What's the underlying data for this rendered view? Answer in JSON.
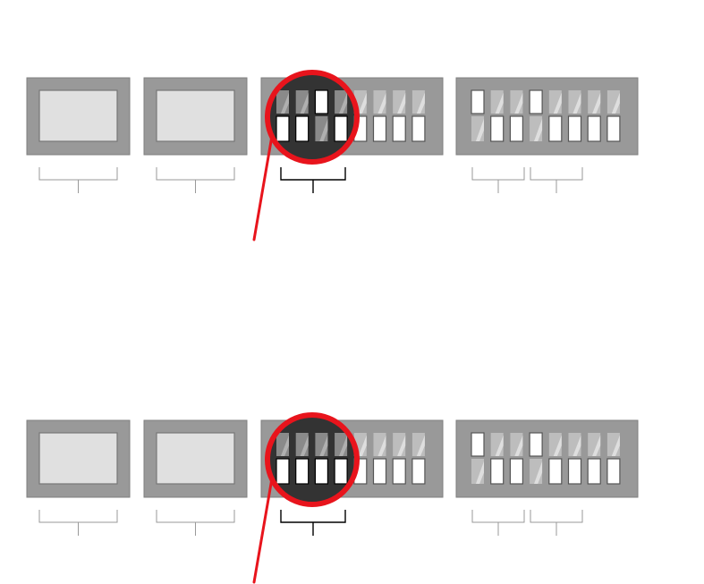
{
  "colors": {
    "module_fill": "#999999",
    "module_stroke": "#7f7f7f",
    "display_fill": "#e0e0e0",
    "switch_on_fill": "#ffffff",
    "switch_off_fill": "#bdbdbd",
    "highlight_fill": "#333333",
    "callout": "#e8141c",
    "bracket_light": "#999999",
    "bracket_dark": "#000000"
  },
  "diagrams": [
    {
      "name": "setting-a",
      "display_modules": 2,
      "switch_bank_1": {
        "count": 8,
        "highlighted": [
          true,
          true,
          true,
          true,
          false,
          false,
          false,
          false
        ],
        "top_row_up": [
          false,
          false,
          true,
          false,
          false,
          false,
          false,
          false
        ],
        "bottom_row_up": [
          true,
          true,
          false,
          true,
          true,
          true,
          true,
          true
        ]
      },
      "switch_bank_2": {
        "count": 8,
        "top_row_up": [
          true,
          false,
          false,
          true,
          false,
          false,
          false,
          false
        ],
        "bottom_row_up": [
          false,
          true,
          true,
          false,
          true,
          true,
          true,
          true
        ]
      },
      "callout": {
        "icon": "magnifier-circle-icon"
      }
    },
    {
      "name": "setting-b",
      "display_modules": 2,
      "switch_bank_1": {
        "count": 8,
        "highlighted": [
          true,
          true,
          true,
          true,
          false,
          false,
          false,
          false
        ],
        "top_row_up": [
          false,
          false,
          false,
          false,
          false,
          false,
          false,
          false
        ],
        "bottom_row_up": [
          true,
          true,
          true,
          true,
          true,
          true,
          true,
          true
        ]
      },
      "switch_bank_2": {
        "count": 8,
        "top_row_up": [
          true,
          false,
          false,
          true,
          false,
          false,
          false,
          false
        ],
        "bottom_row_up": [
          false,
          true,
          true,
          false,
          true,
          true,
          true,
          true
        ]
      },
      "callout": {
        "icon": "magnifier-circle-icon"
      }
    }
  ]
}
